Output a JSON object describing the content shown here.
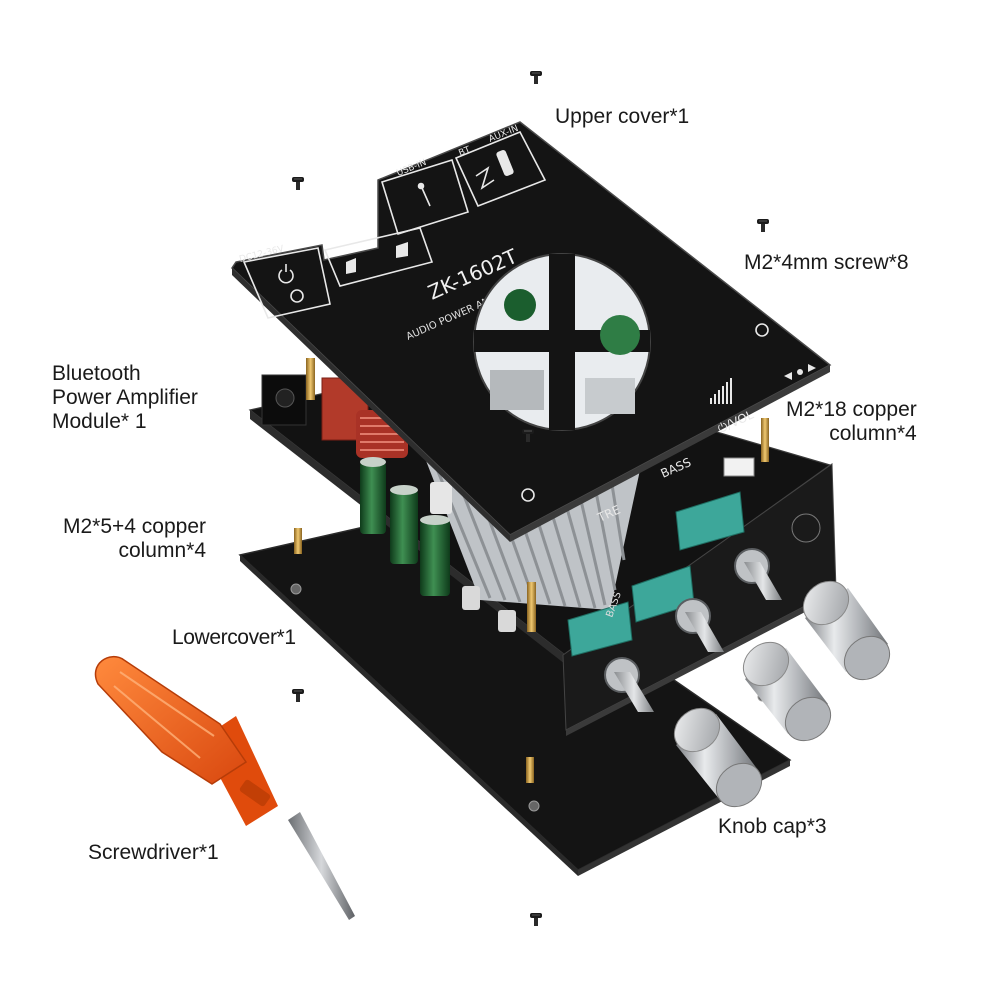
{
  "labels": {
    "upper_cover": "Upper cover*1",
    "screw": "M2*4mm screw*8",
    "module": [
      "Bluetooth",
      "Power Amplifier",
      "Module* 1"
    ],
    "copper_18": [
      "M2*18 copper",
      "column*4"
    ],
    "copper_5_4": [
      "M2*5+4 copper",
      "column*4"
    ],
    "lower_cover": "Lowercover*1",
    "screwdriver": "Screwdriver*1",
    "knob_cap": "Knob cap*3"
  },
  "board_print": {
    "model": "ZK-1602T",
    "subtitle": "AUDIO POWER AMPLIFIER 160W*2",
    "dc_input": "DC12-36V",
    "usb": "USB-IN",
    "bt": "BT",
    "aux": "AUX-IN",
    "bass": "BASS",
    "treble": "TRE",
    "volume": "⏻/VOL",
    "bass_side": "BASS"
  },
  "colors": {
    "board": "#151515",
    "heatsink": "#c9ccd0",
    "inductor": "#c0392b",
    "capacitor": "#1e5e2e",
    "screwdriver_handle": "#f25a0f",
    "knob": "#b9bcc0",
    "copper": "#c89a3a"
  }
}
